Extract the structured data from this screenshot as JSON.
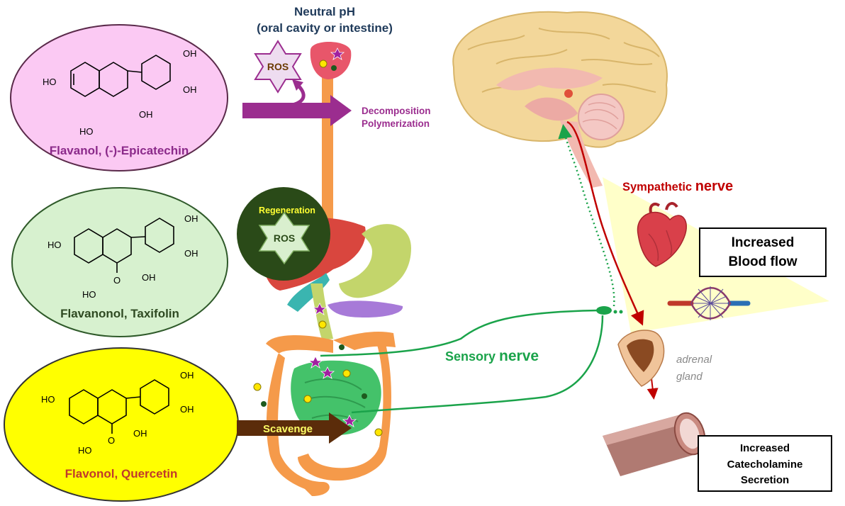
{
  "header": {
    "line1": "Neutral pH",
    "line2": "(oral cavity or intestine)"
  },
  "compounds": [
    {
      "name": "Flavanol, (-)-Epicatechin",
      "fill": "#fbc9f3",
      "stroke": "#5a2a4a",
      "label_color": "#8b2a8a"
    },
    {
      "name": "Flavanonol, Taxifolin",
      "fill": "#d7f1cf",
      "stroke": "#2f5a2a",
      "label_color": "#2f4a22"
    },
    {
      "name": "Flavonol, Quercetin",
      "fill": "#ffff00",
      "stroke": "#333333",
      "label_color": "#c0392b"
    }
  ],
  "molecule_labels": [
    "HO",
    "OH",
    "HO",
    "OH",
    "OH",
    "HO",
    "OH",
    "HO",
    "OH",
    "OH",
    "O",
    "HO",
    "OH",
    "HO",
    "OH",
    "OH",
    "O"
  ],
  "ros": {
    "top_label": "ROS",
    "regen_label": "Regeneration",
    "regen_ros": "ROS"
  },
  "arrows": {
    "decomposition": {
      "line1": "Decomposition",
      "line2": "Polymerization",
      "color": "#9b2d8f"
    },
    "scavenge": {
      "label": "Scavenge",
      "color": "#5b2c0a",
      "text_color": "#ffff66"
    }
  },
  "nerves": {
    "sympathetic_prefix": "Sympathetic ",
    "sympathetic_word": "nerve",
    "sympathetic_color": "#c00000",
    "sensory_prefix": "Sensory ",
    "sensory_word": "nerve",
    "sensory_color": "#1aa34a"
  },
  "boxes": {
    "blood_flow": {
      "line1": "Increased",
      "line2": "Blood flow"
    },
    "catecholamine": {
      "line1": "Increased",
      "line2": "Catecholamine",
      "line3": "Secretion"
    }
  },
  "adrenal": {
    "line1": "adrenal",
    "line2": "gland"
  }
}
